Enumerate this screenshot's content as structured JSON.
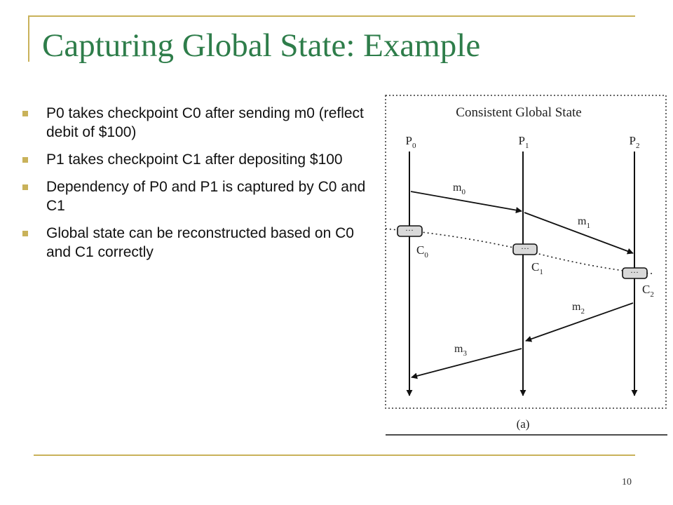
{
  "slide": {
    "title": "Capturing Global State: Example",
    "bullets": [
      "P0 takes checkpoint C0 after sending m0 (reflect debit of $100)",
      "P1 takes checkpoint C1 after depositing $100",
      "Dependency of P0 and P1 is captured by C0 and C1",
      "Global state can be reconstructed based on C0 and C1 correctly"
    ],
    "page_number": "10"
  },
  "diagram": {
    "heading": "Consistent Global State",
    "caption": "(a)",
    "processes": [
      {
        "name": "P",
        "sub": "0"
      },
      {
        "name": "P",
        "sub": "1"
      },
      {
        "name": "P",
        "sub": "2"
      }
    ],
    "checkpoints": [
      {
        "name": "C",
        "sub": "0"
      },
      {
        "name": "C",
        "sub": "1"
      },
      {
        "name": "C",
        "sub": "2"
      }
    ],
    "messages": [
      {
        "name": "m",
        "sub": "0",
        "from": "P0",
        "to": "P1"
      },
      {
        "name": "m",
        "sub": "1",
        "from": "P1",
        "to": "P2"
      },
      {
        "name": "m",
        "sub": "2",
        "from": "P2",
        "to": "P1"
      },
      {
        "name": "m",
        "sub": "3",
        "from": "P1",
        "to": "P0"
      }
    ]
  },
  "colors": {
    "title": "#2e7d4a",
    "accent": "#c9b25a",
    "checkpoint_fill": "#d9d9d9"
  }
}
